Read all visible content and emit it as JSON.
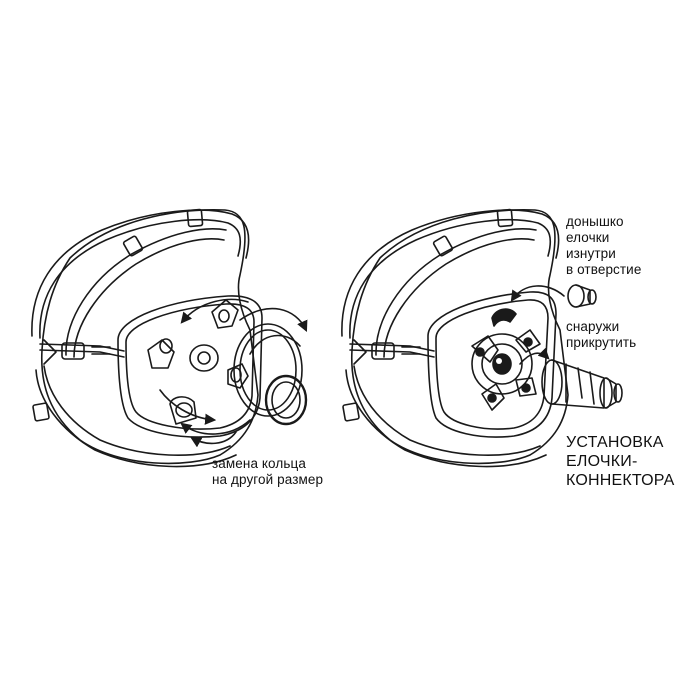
{
  "labels": {
    "ring_replace": [
      "замена кольца",
      "на другой размер"
    ],
    "connector_bottom": [
      "донышко",
      "елочки",
      "изнутри",
      "в отверстие"
    ],
    "screw_outside": [
      "снаружи",
      "прикрутить"
    ],
    "installation_title": [
      "УСТАНОВКА",
      "ЕЛОЧКИ-",
      "КОННЕКТОРА"
    ]
  },
  "colors": {
    "line": "#1a1a1a",
    "background": "#ffffff",
    "shade": "#2a2a2a"
  },
  "icons": [
    "harness-left",
    "harness-right",
    "o-ring",
    "connector-plug",
    "curved-arrow"
  ]
}
